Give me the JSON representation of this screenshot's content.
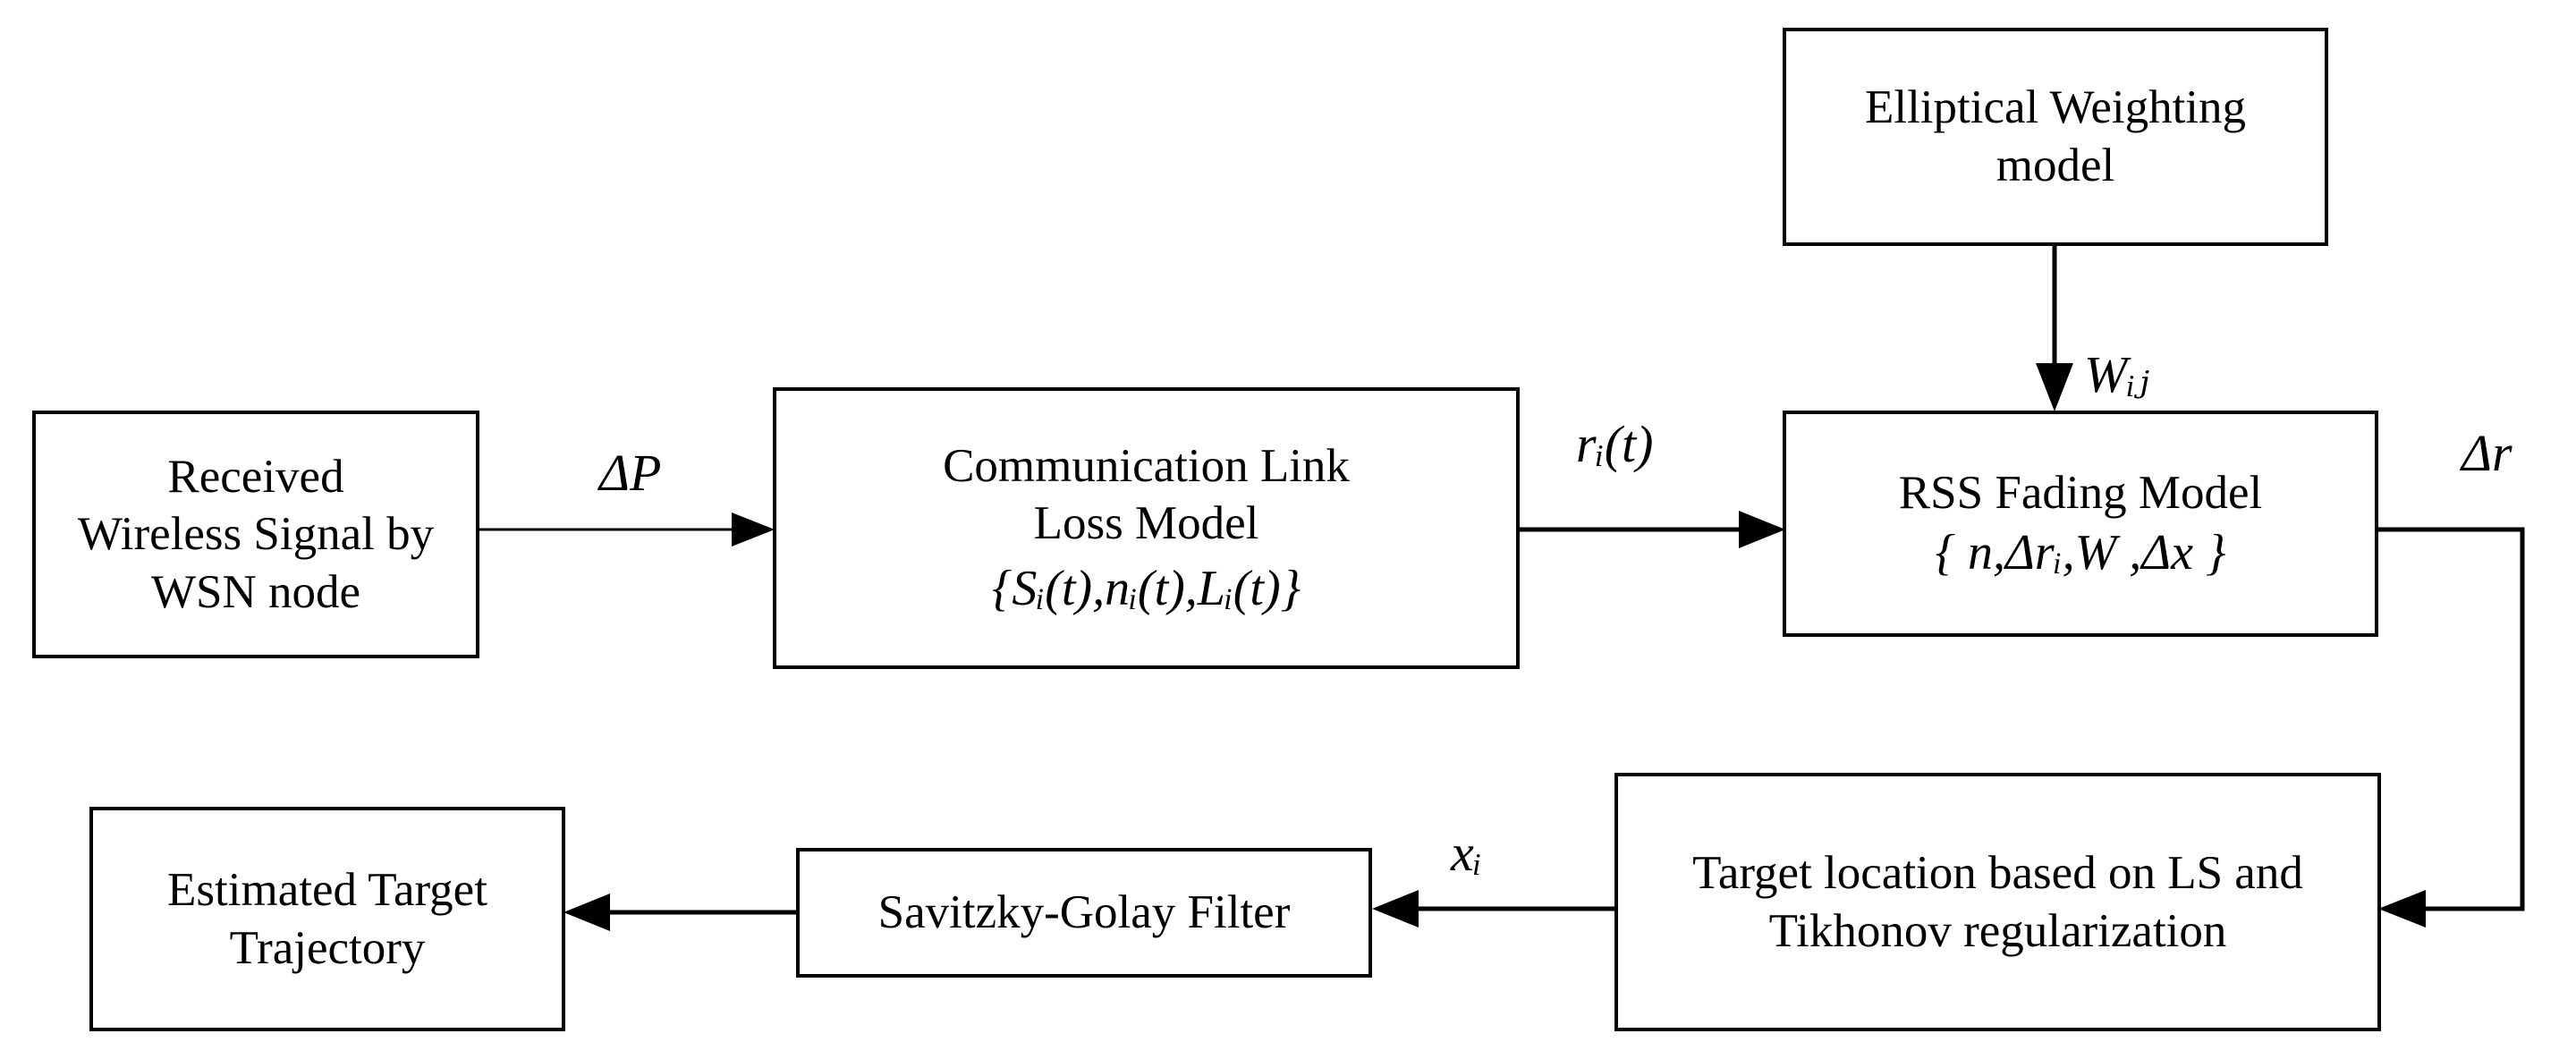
{
  "boxes": {
    "received_signal": {
      "lines": [
        "Received",
        "Wireless Signal by",
        "WSN node"
      ]
    },
    "comm_link": {
      "lines": [
        "Communication Link",
        "Loss Model"
      ],
      "formula": "{Sᵢ(t),nᵢ(t),Lᵢ(t)}"
    },
    "elliptical": {
      "lines": [
        "Elliptical Weighting",
        "model"
      ]
    },
    "rss_fading": {
      "lines": [
        "RSS Fading Model"
      ],
      "formula": "{ n,Δrᵢ,W ,Δx }"
    },
    "target_location": {
      "lines": [
        "Target location based on LS and",
        "Tikhonov regularization"
      ]
    },
    "savitzky": {
      "lines": [
        "Savitzky-Golay Filter"
      ]
    },
    "estimated": {
      "lines": [
        "Estimated Target",
        "Trajectory"
      ]
    }
  },
  "labels": {
    "delta_p": "ΔP",
    "r_i_t": "rᵢ(t)",
    "w_ij": "Wᵢⱼ",
    "delta_r": "Δr",
    "x_i": "xᵢ"
  }
}
